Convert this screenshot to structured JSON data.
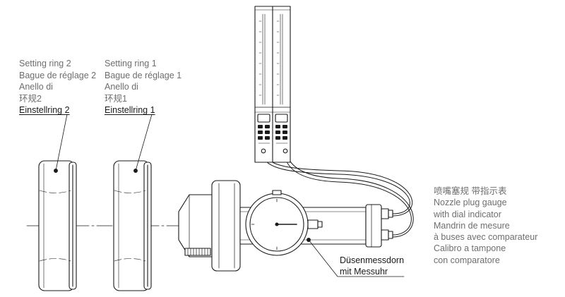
{
  "labels": {
    "setting_ring_2": {
      "en": "Setting ring 2",
      "fr": "Bague de réglage 2",
      "it": "Anello di",
      "zh": "环规2",
      "de": "Einstellring 2"
    },
    "setting_ring_1": {
      "en": "Setting ring 1",
      "fr": "Bague de réglage 1",
      "it": "Anello di",
      "zh": "环规1",
      "de": "Einstellring 1"
    },
    "nozzle_gauge": {
      "zh": "喷嘴塞规 带指示表",
      "en1": "Nozzle plug gauge",
      "en2": "with dial indicator",
      "fr1": "Mandrin de mesure",
      "fr2": "à buses avec comparateur",
      "it1": "Calibro a tampone",
      "it2": "con comparatore"
    },
    "duesenmessdorn": {
      "line1": "Düsenmessdorn",
      "line2": "mit Messuhr"
    }
  },
  "colors": {
    "line": "#1a1a1a",
    "label_gray": "#6e6e6e",
    "label_dark": "#1a1a1a",
    "background": "#ffffff"
  }
}
